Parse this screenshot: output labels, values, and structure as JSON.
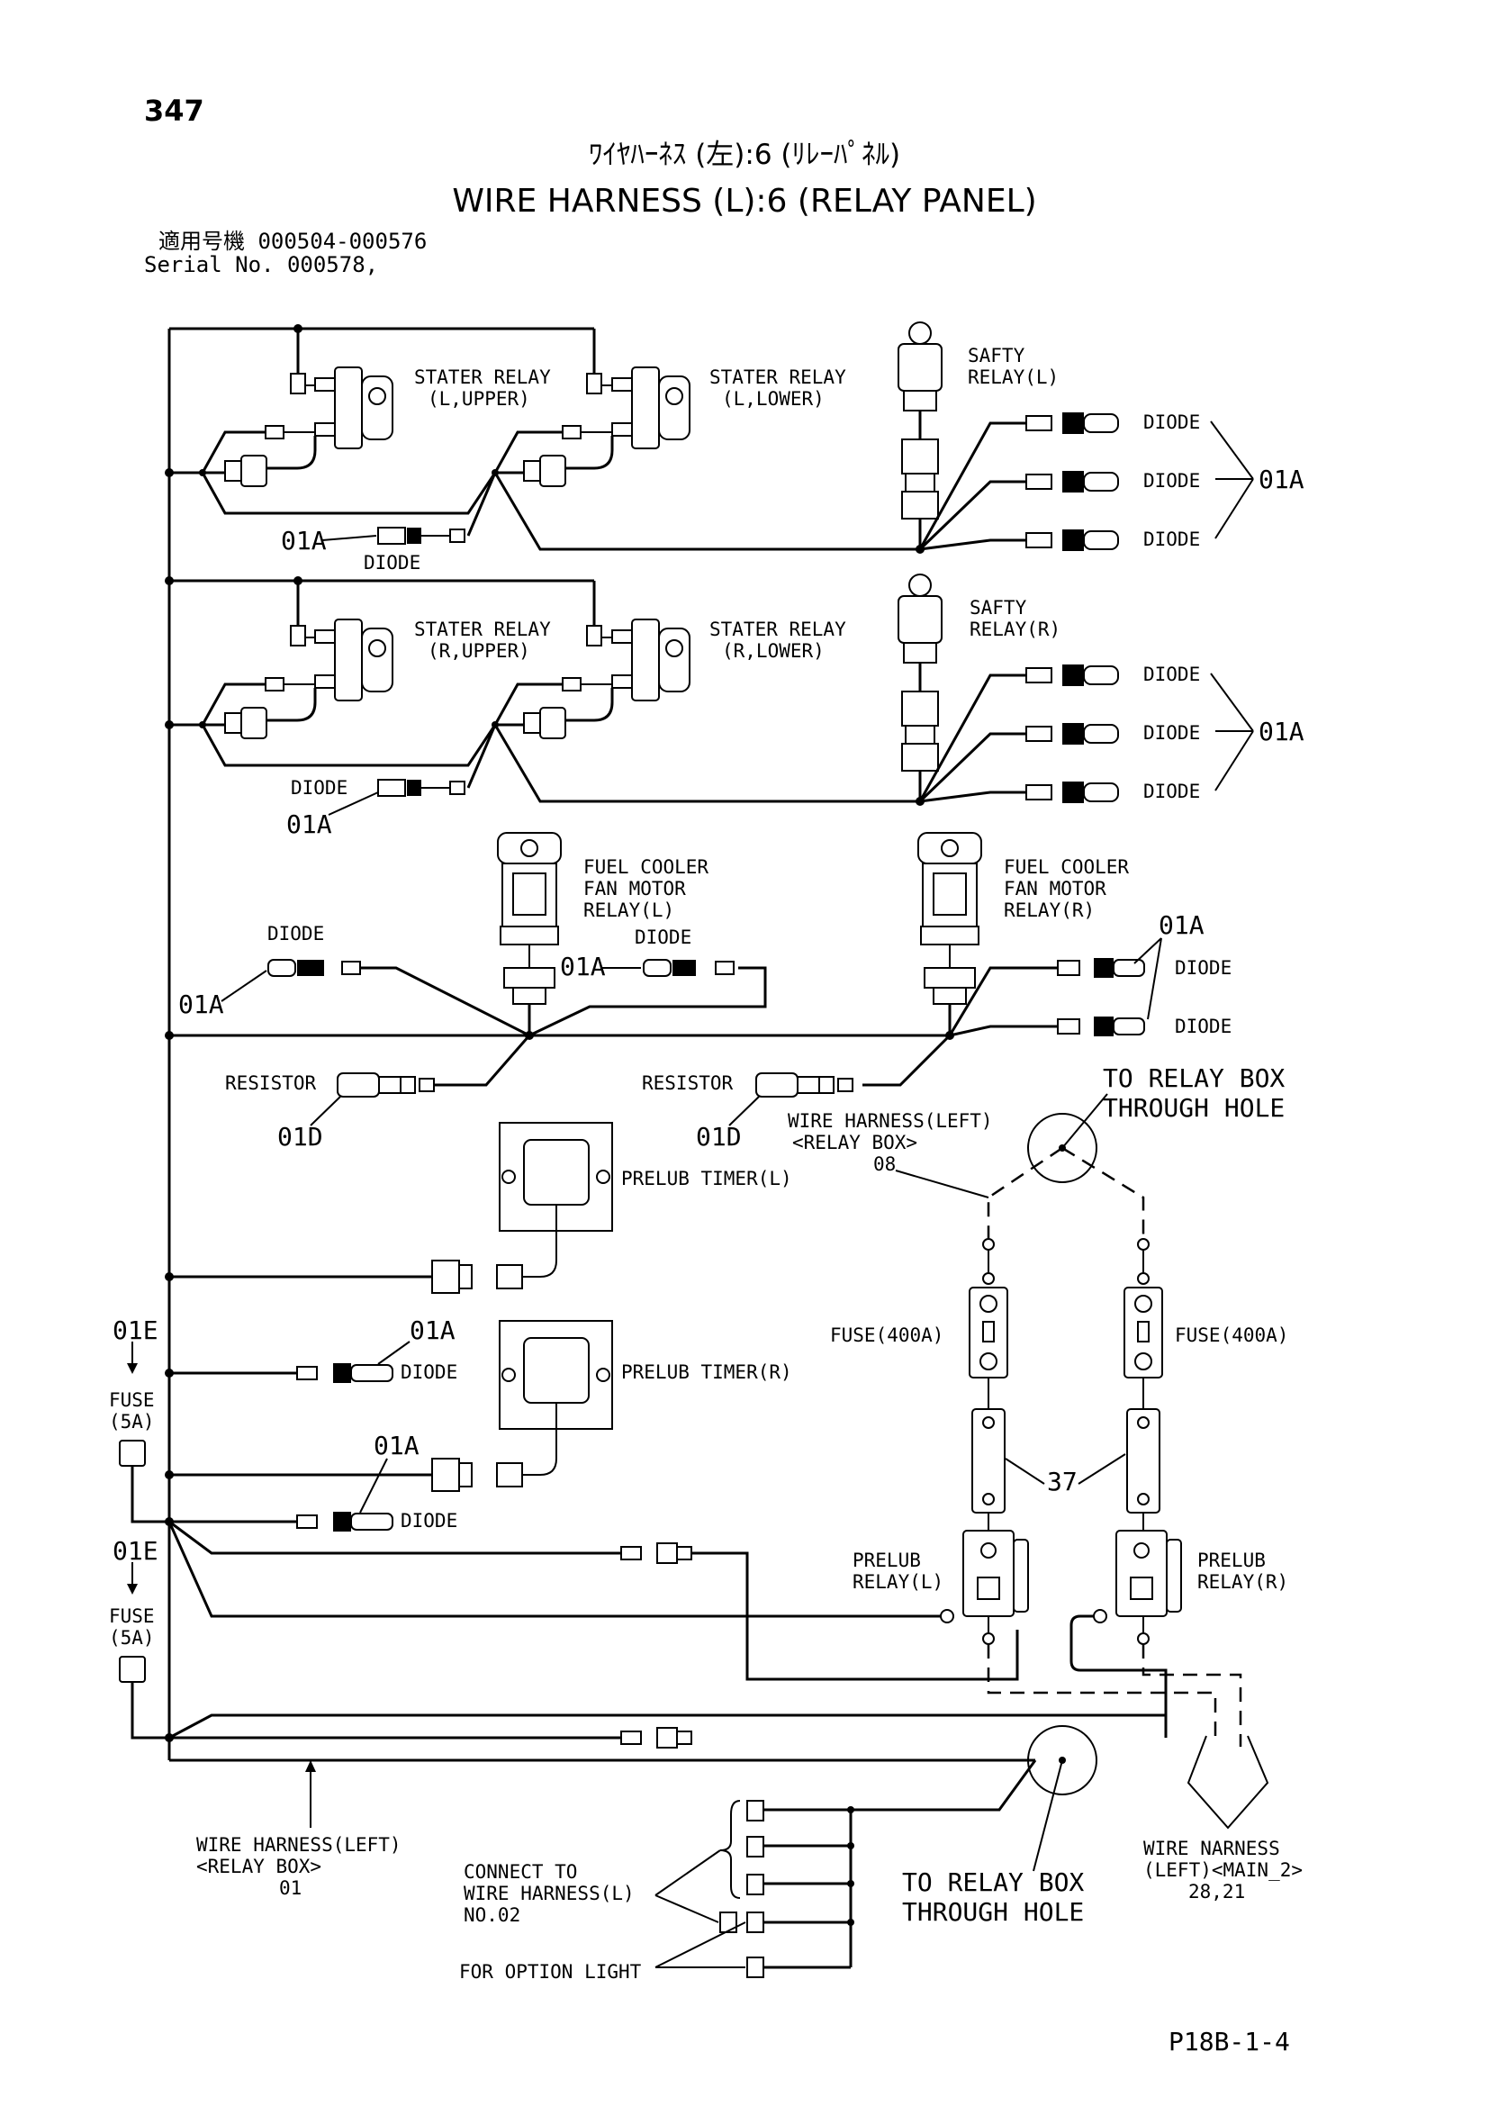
{
  "page": {
    "number": "347",
    "title_jp": "ﾜｲﾔﾊｰﾈｽ (左):6 (ﾘﾚｰﾊﾟﾈﾙ)",
    "title_en": "WIRE HARNESS (L):6 (RELAY PANEL)",
    "serial_jp": "適用号機  000504-000576",
    "serial_en": "Serial No. 000578,",
    "footer_code": "P18B-1-4"
  },
  "labels": {
    "stater_relay": "STATER RELAY",
    "l_upper": "(L,UPPER)",
    "l_lower": "(L,LOWER)",
    "r_upper": "(R,UPPER)",
    "r_lower": "(R,LOWER)",
    "safty": "SAFTY",
    "relay_l": "RELAY(L)",
    "relay_r": "RELAY(R)",
    "diode": "DIODE",
    "ref_01a": "01A",
    "ref_01d": "01D",
    "ref_01e": "01E",
    "fuel_cooler": "FUEL COOLER",
    "fan_motor": "FAN MOTOR",
    "resistor": "RESISTOR",
    "prelub_timer_l": "PRELUB TIMER(L)",
    "prelub_timer_r": "PRELUB TIMER(R)",
    "to_relay_box": "TO RELAY BOX",
    "through_hole": "THROUGH HOLE",
    "wh_left": "WIRE HARNESS(LEFT)",
    "relay_box": "<RELAY BOX>",
    "ref_08": "08",
    "ref_01": "01",
    "fuse_400a": "FUSE(400A)",
    "fuse": "FUSE",
    "fuse_5a": "(5A)",
    "ref_37": "37",
    "prelub": "PRELUB",
    "connect_to": "CONNECT TO",
    "wh_l": "WIRE HARNESS(L)",
    "no02": "NO.02",
    "for_option_light": "FOR OPTION LIGHT",
    "wire_narness": "WIRE NARNESS",
    "left_main2": "(LEFT)<MAIN_2>",
    "ref_2821": "28,21"
  }
}
